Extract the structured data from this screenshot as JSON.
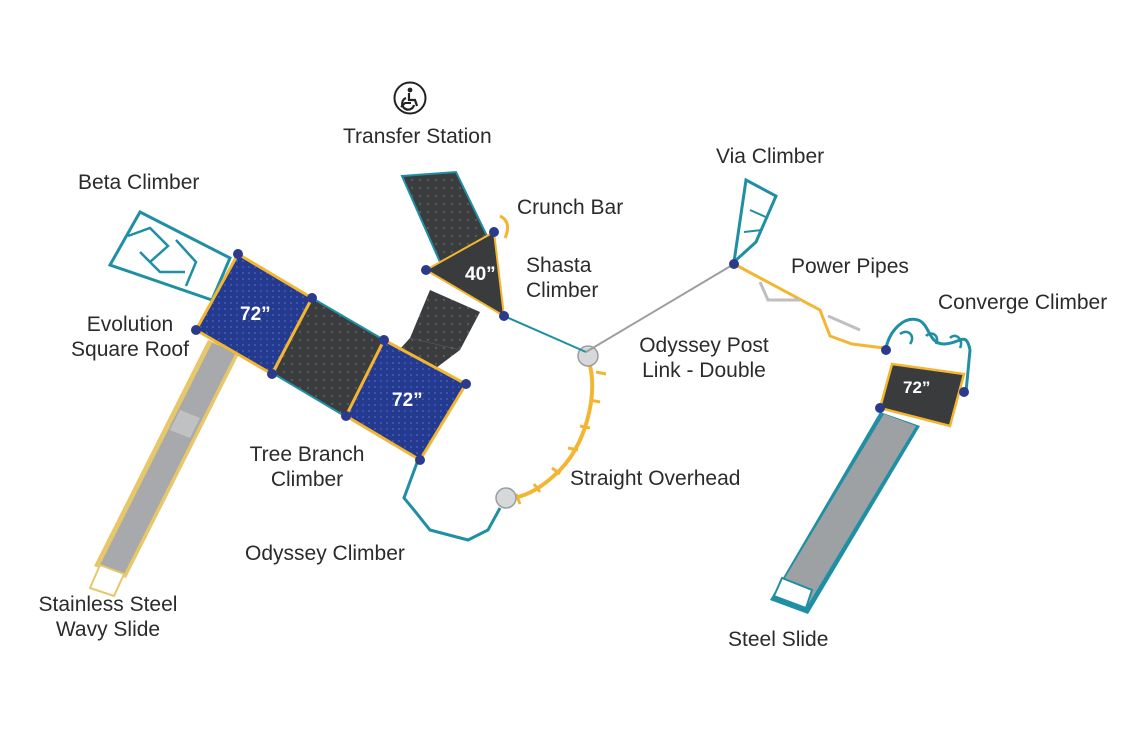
{
  "icons": {
    "accessibility": "wheelchair-transfer-icon"
  },
  "colors": {
    "deck": "#233a8f",
    "steel": "#3a3b3d",
    "teal": "#1f8fa4",
    "yellow": "#f2b632",
    "slide": "#9b9ea1",
    "post": "#2c3a8c"
  },
  "labels": {
    "transfer_station": "Transfer Station",
    "beta_climber": "Beta Climber",
    "crunch_bar": "Crunch Bar",
    "shasta_climber": [
      "Shasta",
      "Climber"
    ],
    "via_climber": "Via Climber",
    "power_pipes": "Power Pipes",
    "converge_climber": "Converge Climber",
    "evolution_roof": [
      "Evolution",
      "Square Roof"
    ],
    "odyssey_post_link": [
      "Odyssey Post",
      "Link - Double"
    ],
    "tree_branch_climber": [
      "Tree Branch",
      "Climber"
    ],
    "straight_overhead": "Straight Overhead",
    "odyssey_climber": "Odyssey Climber",
    "stainless_slide": [
      "Stainless Steel",
      "Wavy Slide"
    ],
    "steel_slide": "Steel Slide"
  },
  "deck_heights": {
    "left_deck": "72”",
    "middle_deck": "72”",
    "shasta_deck": "40”",
    "right_deck": "72”"
  }
}
